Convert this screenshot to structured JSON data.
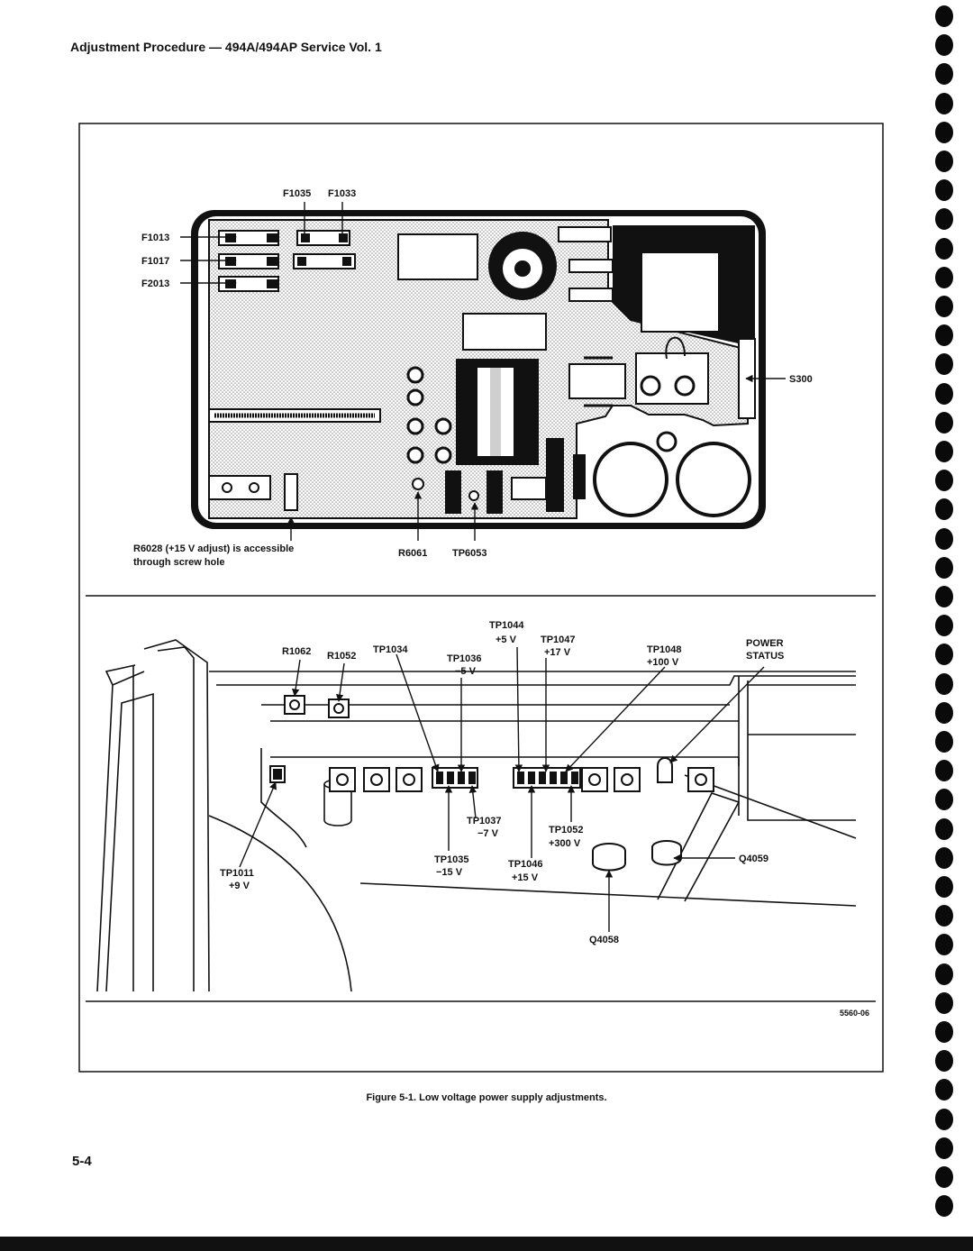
{
  "header": "Adjustment Procedure — 494A/494AP Service Vol. 1",
  "page_number": "5-4",
  "caption": "Figure 5-1.  Low voltage power supply adjustments.",
  "figure_number": "5560-06",
  "top_labels": {
    "f1035": "F1035",
    "f1033": "F1033",
    "f1013": "F1013",
    "f1017": "F1017",
    "f2013": "F2013",
    "s300": "S300",
    "r6028_line1": "R6028 (+15 V adjust) is accessible",
    "r6028_line2": "through screw hole",
    "r6061": "R6061",
    "tp6053": "TP6053"
  },
  "bottom_labels": {
    "r1062": "R1062",
    "r1052": "R1052",
    "tp1034": "TP1034",
    "tp1036": "TP1036",
    "tp1036_v": "−5 V",
    "tp1044": "TP1044",
    "tp1044_v": "+5 V",
    "tp1047": "TP1047",
    "tp1047_v": "+17 V",
    "tp1048": "TP1048",
    "tp1048_v": "+100 V",
    "power": "POWER",
    "status": "STATUS",
    "tp1037": "TP1037",
    "tp1037_v": "−7 V",
    "tp1052": "TP1052",
    "tp1052_v": "+300 V",
    "tp1035": "TP1035",
    "tp1035_v": "−15 V",
    "tp1046": "TP1046",
    "tp1046_v": "+15 V",
    "tp1011": "TP1011",
    "tp1011_v": "+9 V",
    "q4059": "Q4059",
    "q4058": "Q4058"
  }
}
